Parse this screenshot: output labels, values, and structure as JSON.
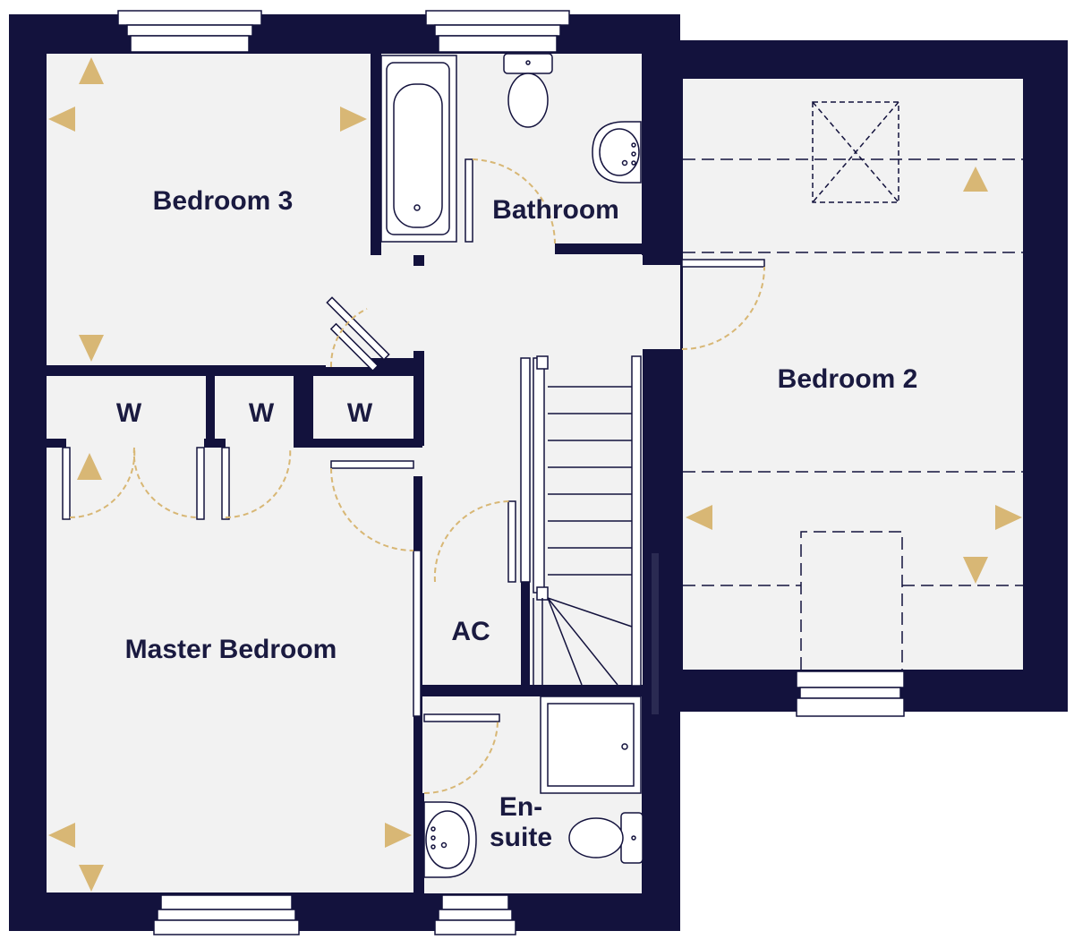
{
  "colors": {
    "wall": "#13123d",
    "floor": "#f2f2f2",
    "arrow": "#d8b775",
    "door_arc": "#d8b775",
    "text": "#1a1a40",
    "fixture": "#13123d"
  },
  "rooms": {
    "bedroom3": "Bedroom 3",
    "bathroom": "Bathroom",
    "bedroom2": "Bedroom 2",
    "master_bedroom": "Master Bedroom",
    "ac": "AC",
    "ensuite_line1": "En-",
    "ensuite_line2": "suite"
  },
  "wardrobes": [
    "W",
    "W",
    "W"
  ],
  "icons": [
    "dimension-arrow-icon",
    "skylight-icon",
    "bath-icon",
    "toilet-icon",
    "basin-icon",
    "shower-tray-icon",
    "staircase-icon",
    "window-icon"
  ]
}
